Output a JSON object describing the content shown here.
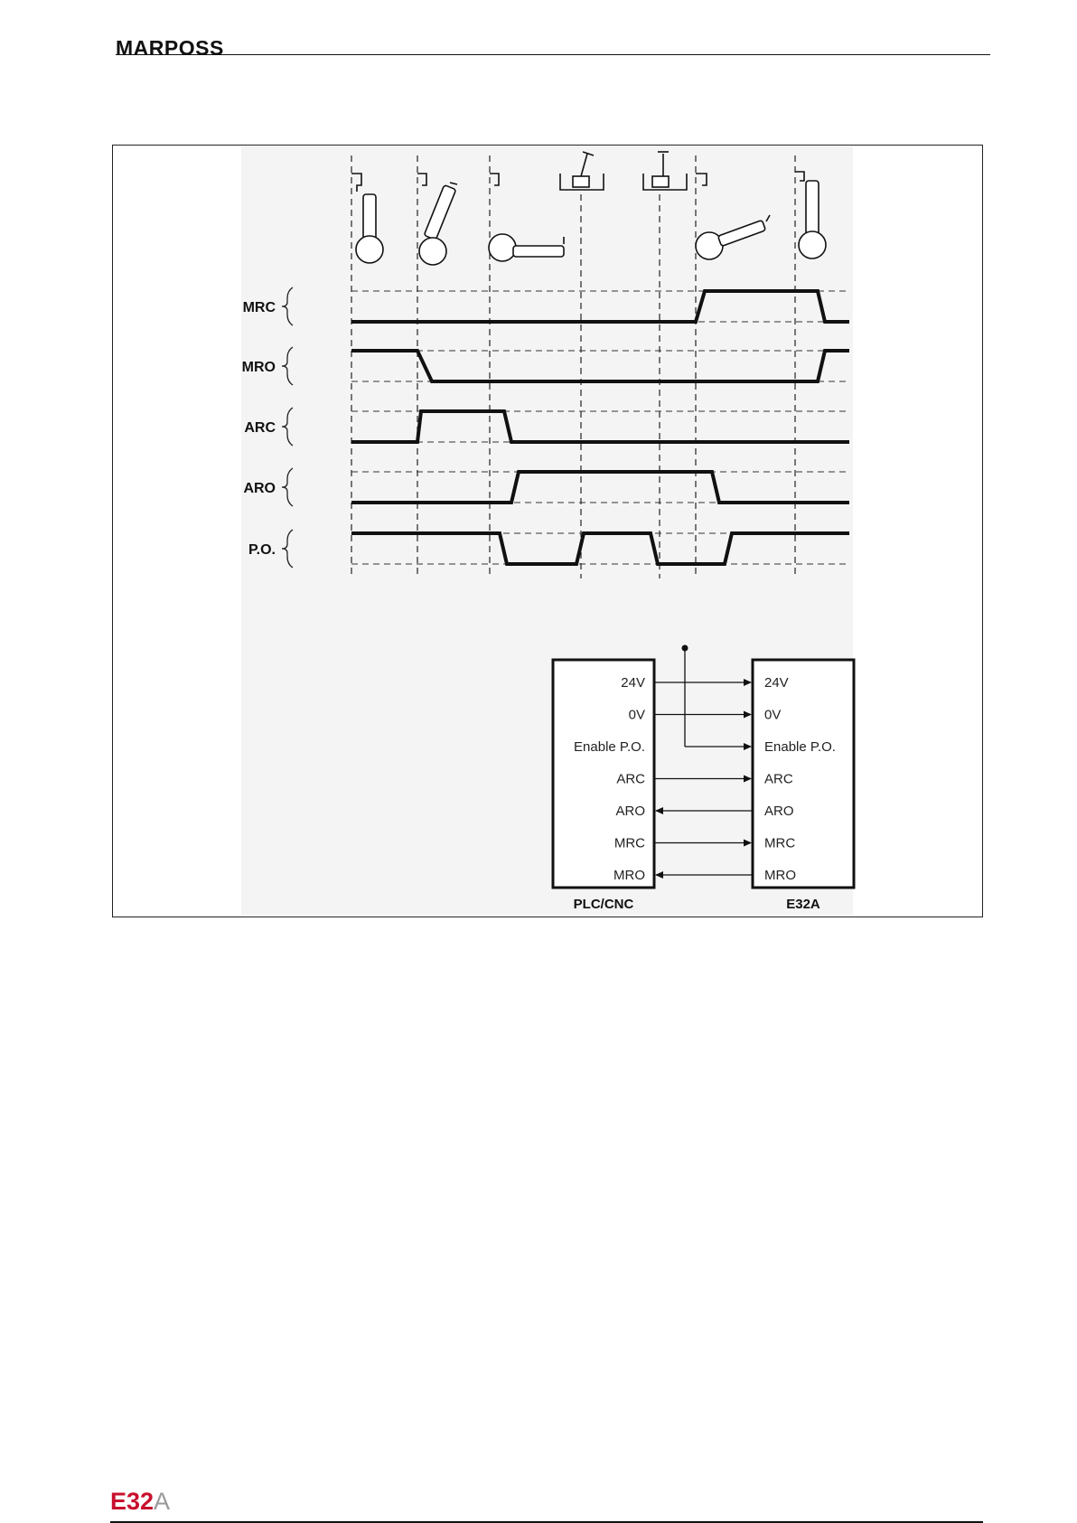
{
  "header": {
    "brand": "MARPOSS"
  },
  "timing": {
    "signals": [
      {
        "name": "MRC",
        "levels": [
          0,
          0,
          0,
          0,
          0,
          1,
          0
        ]
      },
      {
        "name": "MRO",
        "levels": [
          1,
          0,
          0,
          0,
          0,
          0,
          1
        ]
      },
      {
        "name": "ARC",
        "levels": [
          0,
          1,
          0,
          0,
          0,
          0,
          0
        ]
      },
      {
        "name": "ARO",
        "levels": [
          0,
          0,
          1,
          1,
          0,
          0,
          0
        ]
      },
      {
        "name": "P.O.",
        "levels": [
          1,
          0,
          1,
          0,
          1,
          1,
          1
        ]
      }
    ]
  },
  "wiring": {
    "left_box": "PLC/CNC",
    "right_box": "E32A",
    "rows": [
      {
        "left": "24V",
        "right": "24V",
        "dir": "right"
      },
      {
        "left": "0V",
        "right": "0V",
        "dir": "right"
      },
      {
        "left": "Enable P.O.",
        "right": "Enable P.O.",
        "dir": "tap"
      },
      {
        "left": "ARC",
        "right": "ARC",
        "dir": "right"
      },
      {
        "left": "ARO",
        "right": "ARO",
        "dir": "left"
      },
      {
        "left": "MRC",
        "right": "MRC",
        "dir": "right"
      },
      {
        "left": "MRO",
        "right": "MRO",
        "dir": "left"
      }
    ]
  },
  "footer": {
    "product": "E32",
    "suffix": "A"
  }
}
